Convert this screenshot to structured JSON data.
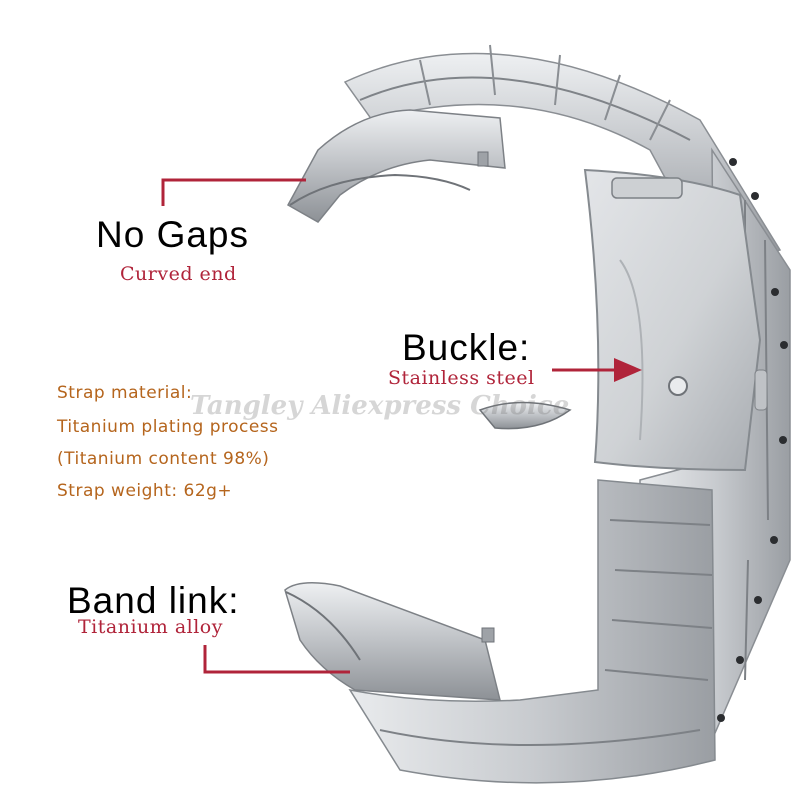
{
  "callouts": {
    "no_gaps": {
      "title": "No Gaps",
      "subtitle": "Curved end"
    },
    "buckle": {
      "title": "Buckle:",
      "subtitle": "Stainless steel"
    },
    "band_link": {
      "title": "Band link:",
      "subtitle": "Titanium alloy"
    }
  },
  "specs": [
    "Strap material:",
    "Titanium plating process",
    "(Titanium content 98%)",
    "Strap weight: 62g+"
  ],
  "watermark": "Tangley Aliexpress Choice",
  "colors": {
    "accent": "#b0243a",
    "spec_text": "#b5651d",
    "metal": "#c8cacd",
    "metal_dark": "#8c9095"
  }
}
